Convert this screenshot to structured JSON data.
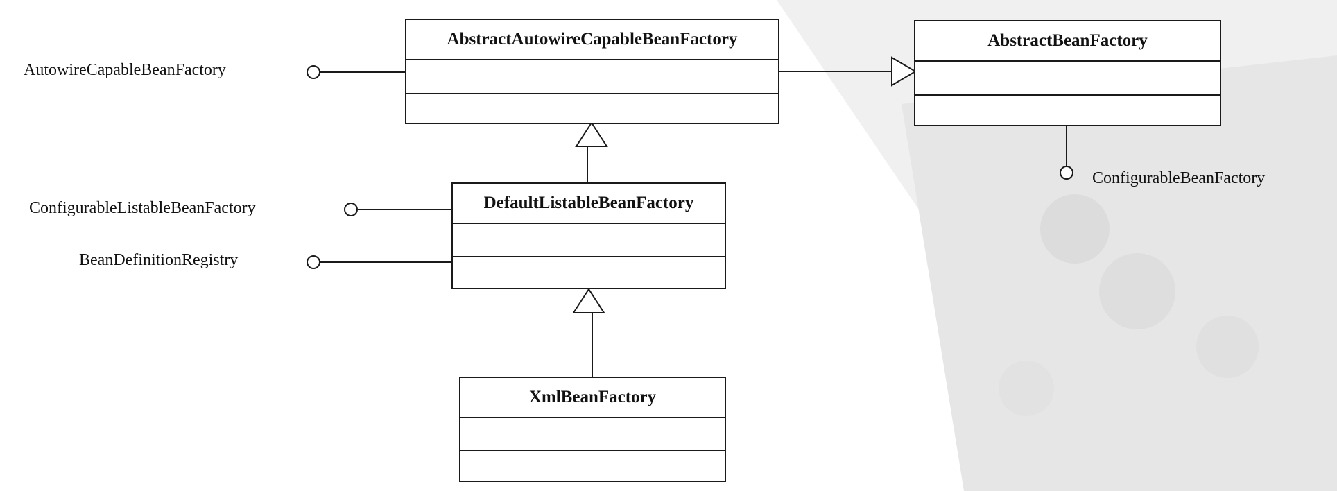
{
  "colors": {
    "line": "#1a1a1a",
    "text": "#111111",
    "watermark": "#d9d9d9",
    "background": "#ffffff"
  },
  "classes": {
    "abstract_autowire": {
      "name": "AbstractAutowireCapableBeanFactory"
    },
    "abstract_bean": {
      "name": "AbstractBeanFactory"
    },
    "default_listable": {
      "name": "DefaultListableBeanFactory"
    },
    "xml_bean": {
      "name": "XmlBeanFactory"
    }
  },
  "interfaces": {
    "autowire_capable": {
      "name": "AutowireCapableBeanFactory"
    },
    "configurable_listable": {
      "name": "ConfigurableListableBeanFactory"
    },
    "bean_definition_registry": {
      "name": "BeanDefinitionRegistry"
    },
    "configurable": {
      "name": "ConfigurableBeanFactory"
    }
  },
  "relationships": [
    {
      "from": "abstract_autowire",
      "to": "abstract_bean",
      "kind": "generalization"
    },
    {
      "from": "default_listable",
      "to": "abstract_autowire",
      "kind": "generalization"
    },
    {
      "from": "xml_bean",
      "to": "default_listable",
      "kind": "generalization"
    },
    {
      "from": "abstract_autowire",
      "to": "autowire_capable",
      "kind": "realization-lollipop"
    },
    {
      "from": "default_listable",
      "to": "configurable_listable",
      "kind": "realization-lollipop"
    },
    {
      "from": "default_listable",
      "to": "bean_definition_registry",
      "kind": "realization-lollipop"
    },
    {
      "from": "abstract_bean",
      "to": "configurable",
      "kind": "realization-lollipop"
    }
  ]
}
